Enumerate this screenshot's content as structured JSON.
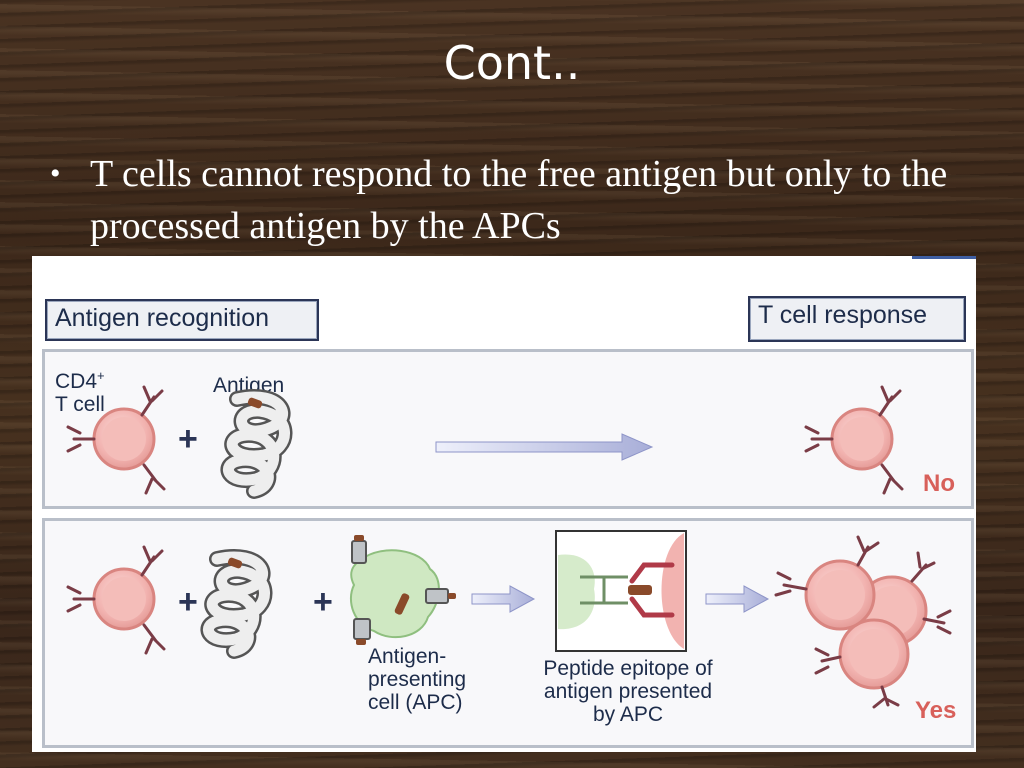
{
  "slide": {
    "title": "Cont..",
    "bullet_symbol": "•",
    "bullet_text": "T cells cannot respond to the free antigen but only to the processed antigen by the APCs"
  },
  "diagram": {
    "header_left": "Antigen recognition",
    "header_right": "T cell response",
    "row1": {
      "cell_label_line1": "CD4",
      "cell_label_sup": "+",
      "cell_label_line2": "T cell",
      "antigen_label": "Antigen",
      "plus": "+",
      "result": "No"
    },
    "row2": {
      "plus1": "+",
      "plus2": "+",
      "apc_label_line1": "Antigen-",
      "apc_label_line2": "presenting",
      "apc_label_line3": "cell (APC)",
      "epitope_label_line1": "Peptide epitope of",
      "epitope_label_line2": "antigen presented",
      "epitope_label_line3": "by APC",
      "result": "Yes"
    },
    "colors": {
      "tcell_fill": "#f2b3b0",
      "tcell_edge": "#d98580",
      "receptor": "#7a3c46",
      "antigen_fill": "#eeeeee",
      "antigen_edge": "#555555",
      "apc_fill": "#cfe8c2",
      "arrow": "#a8aed8",
      "mhc": "#8a8f93",
      "peptide": "#8a4a2a"
    }
  }
}
